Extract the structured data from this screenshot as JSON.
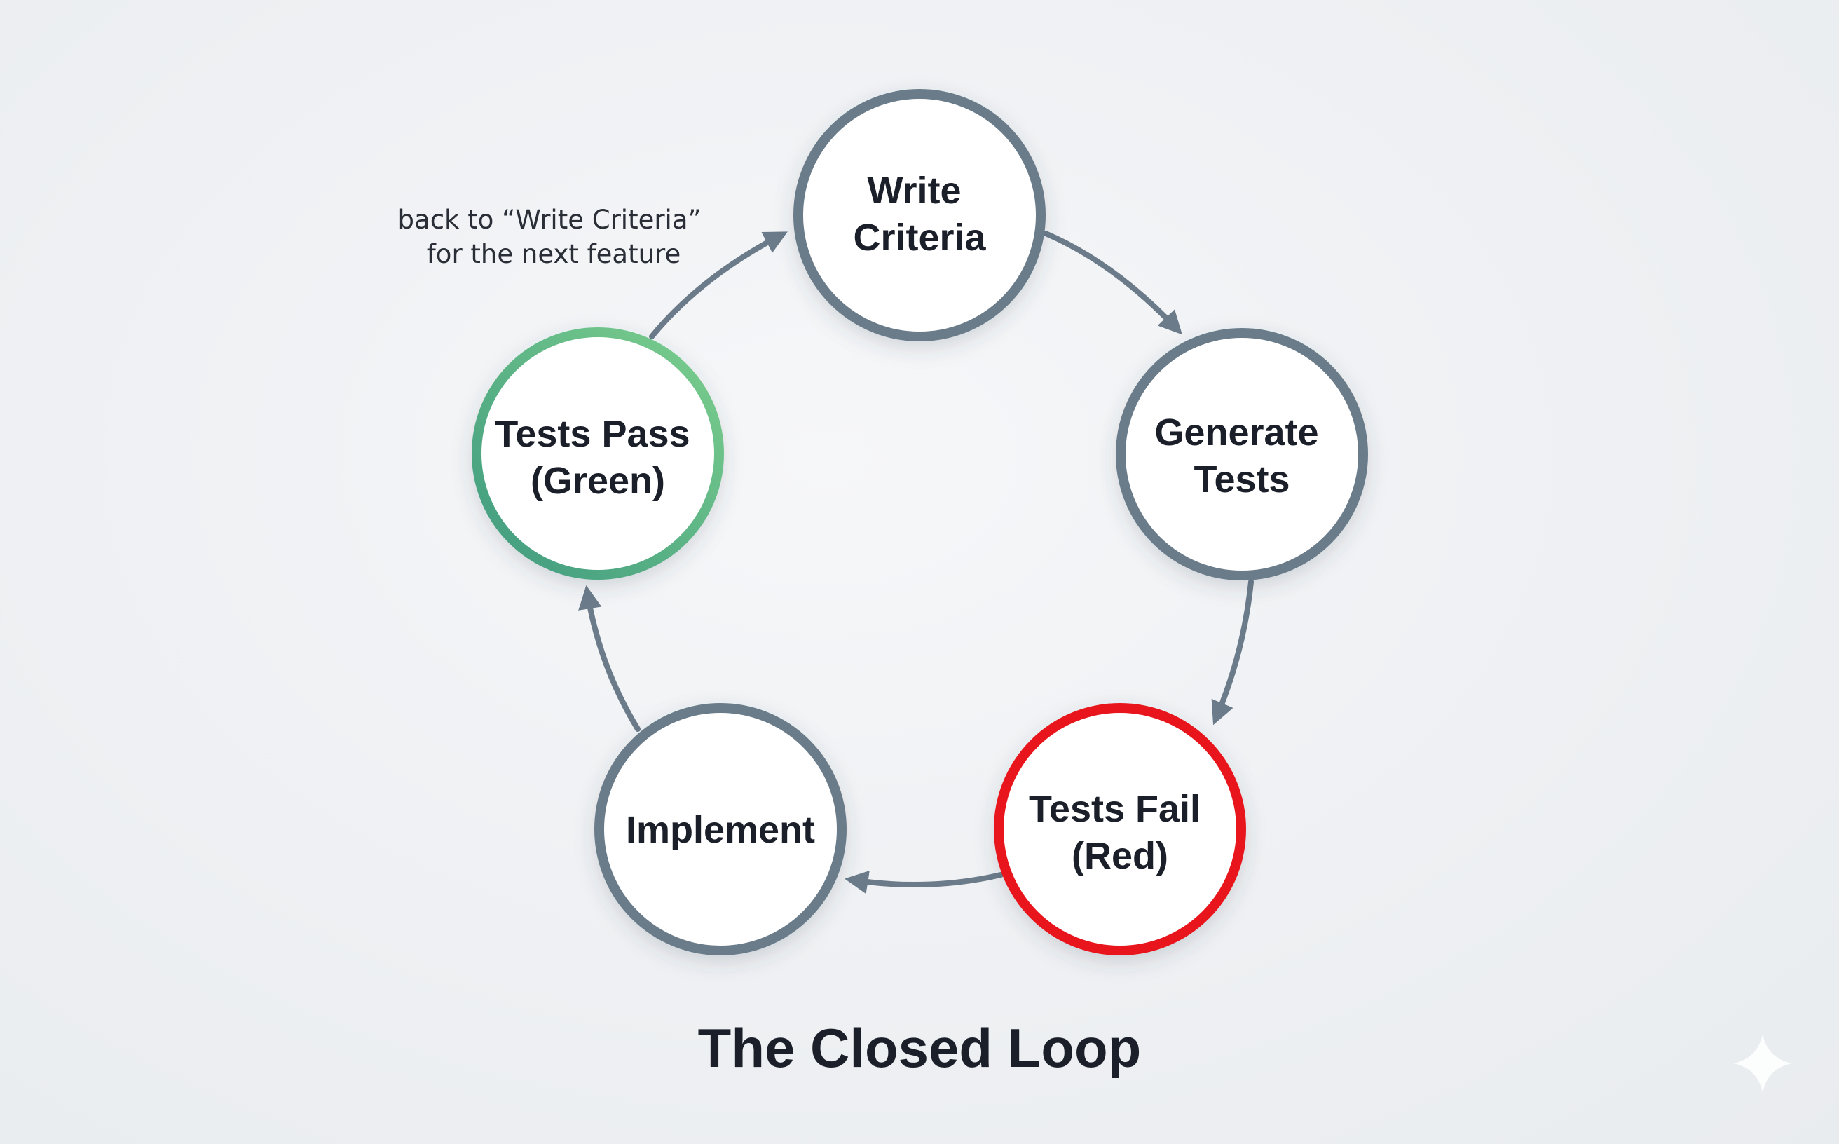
{
  "title": "The Closed Loop",
  "annotation": {
    "lines": [
      "back to “Write Criteria”",
      "for the next feature"
    ]
  },
  "colors": {
    "neutral_ring": "#6b7b8a",
    "green_ring_start": "#7ccf8d",
    "green_ring_end": "#3f9a7f",
    "red_ring": "#e8141b",
    "arrow": "#6b7b8a",
    "node_fill": "#ffffff",
    "text": "#1b1f29"
  },
  "nodes": [
    {
      "id": "write-criteria",
      "lines": [
        "Write",
        "Criteria"
      ],
      "ring": "neutral"
    },
    {
      "id": "generate-tests",
      "lines": [
        "Generate",
        "Tests"
      ],
      "ring": "neutral"
    },
    {
      "id": "tests-fail",
      "lines": [
        "Tests Fail",
        "(Red)"
      ],
      "ring": "red"
    },
    {
      "id": "implement",
      "lines": [
        "Implement"
      ],
      "ring": "neutral"
    },
    {
      "id": "tests-pass",
      "lines": [
        "Tests Pass",
        "(Green)"
      ],
      "ring": "green"
    }
  ],
  "edges": [
    {
      "from": "write-criteria",
      "to": "generate-tests"
    },
    {
      "from": "generate-tests",
      "to": "tests-fail"
    },
    {
      "from": "tests-fail",
      "to": "implement"
    },
    {
      "from": "implement",
      "to": "tests-pass"
    },
    {
      "from": "tests-pass",
      "to": "write-criteria"
    }
  ]
}
